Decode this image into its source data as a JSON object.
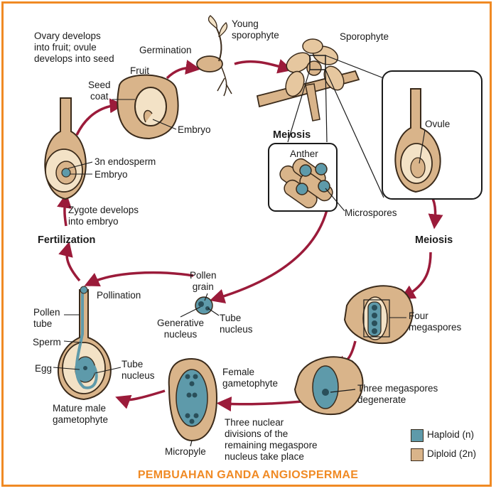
{
  "labels": {
    "ovary": "Ovary develops\ninto fruit; ovule\ndevelops into seed",
    "germination": "Germination",
    "young_sporophyte": "Young\nsporophyte",
    "sporophyte": "Sporophyte",
    "fruit": "Fruit",
    "seed_coat": "Seed\ncoat",
    "embryo_seed": "Embryo",
    "endosperm": "3n endosperm",
    "embryo": "Embryo",
    "meiosis_anther": "Meiosis",
    "anther": "Anther",
    "microspores": "Microspores",
    "ovule": "Ovule",
    "zygote": "Zygote develops\ninto embryo",
    "fertilization": "Fertilization",
    "meiosis_ovule": "Meiosis",
    "pollen_grain": "Pollen\ngrain",
    "pollination": "Pollination",
    "pollen_tube": "Pollen\ntube",
    "sperm": "Sperm",
    "egg": "Egg",
    "tube_nucleus_male": "Tube\nnucleus",
    "generative_nucleus": "Generative\nnucleus",
    "tube_nucleus": "Tube\nnucleus",
    "four_megaspores": "Four\nmegaspores",
    "female_gametophyte": "Female\ngametophyte",
    "three_megaspores": "Three megaspores\ndegenerate",
    "three_divisions": "Three nuclear\ndivisions of the\nremaining megaspore\nnucleus take place",
    "micropyle": "Micropyle",
    "mature_male": "Mature male\ngametophyte"
  },
  "legend": {
    "haploid": "Haploid (n)",
    "diploid": "Diploid (2n)",
    "haploid_color": "#5e9aaa",
    "diploid_color": "#d9b48a"
  },
  "caption": "PEMBUAHAN GANDA ANGIOSPERMAE"
}
